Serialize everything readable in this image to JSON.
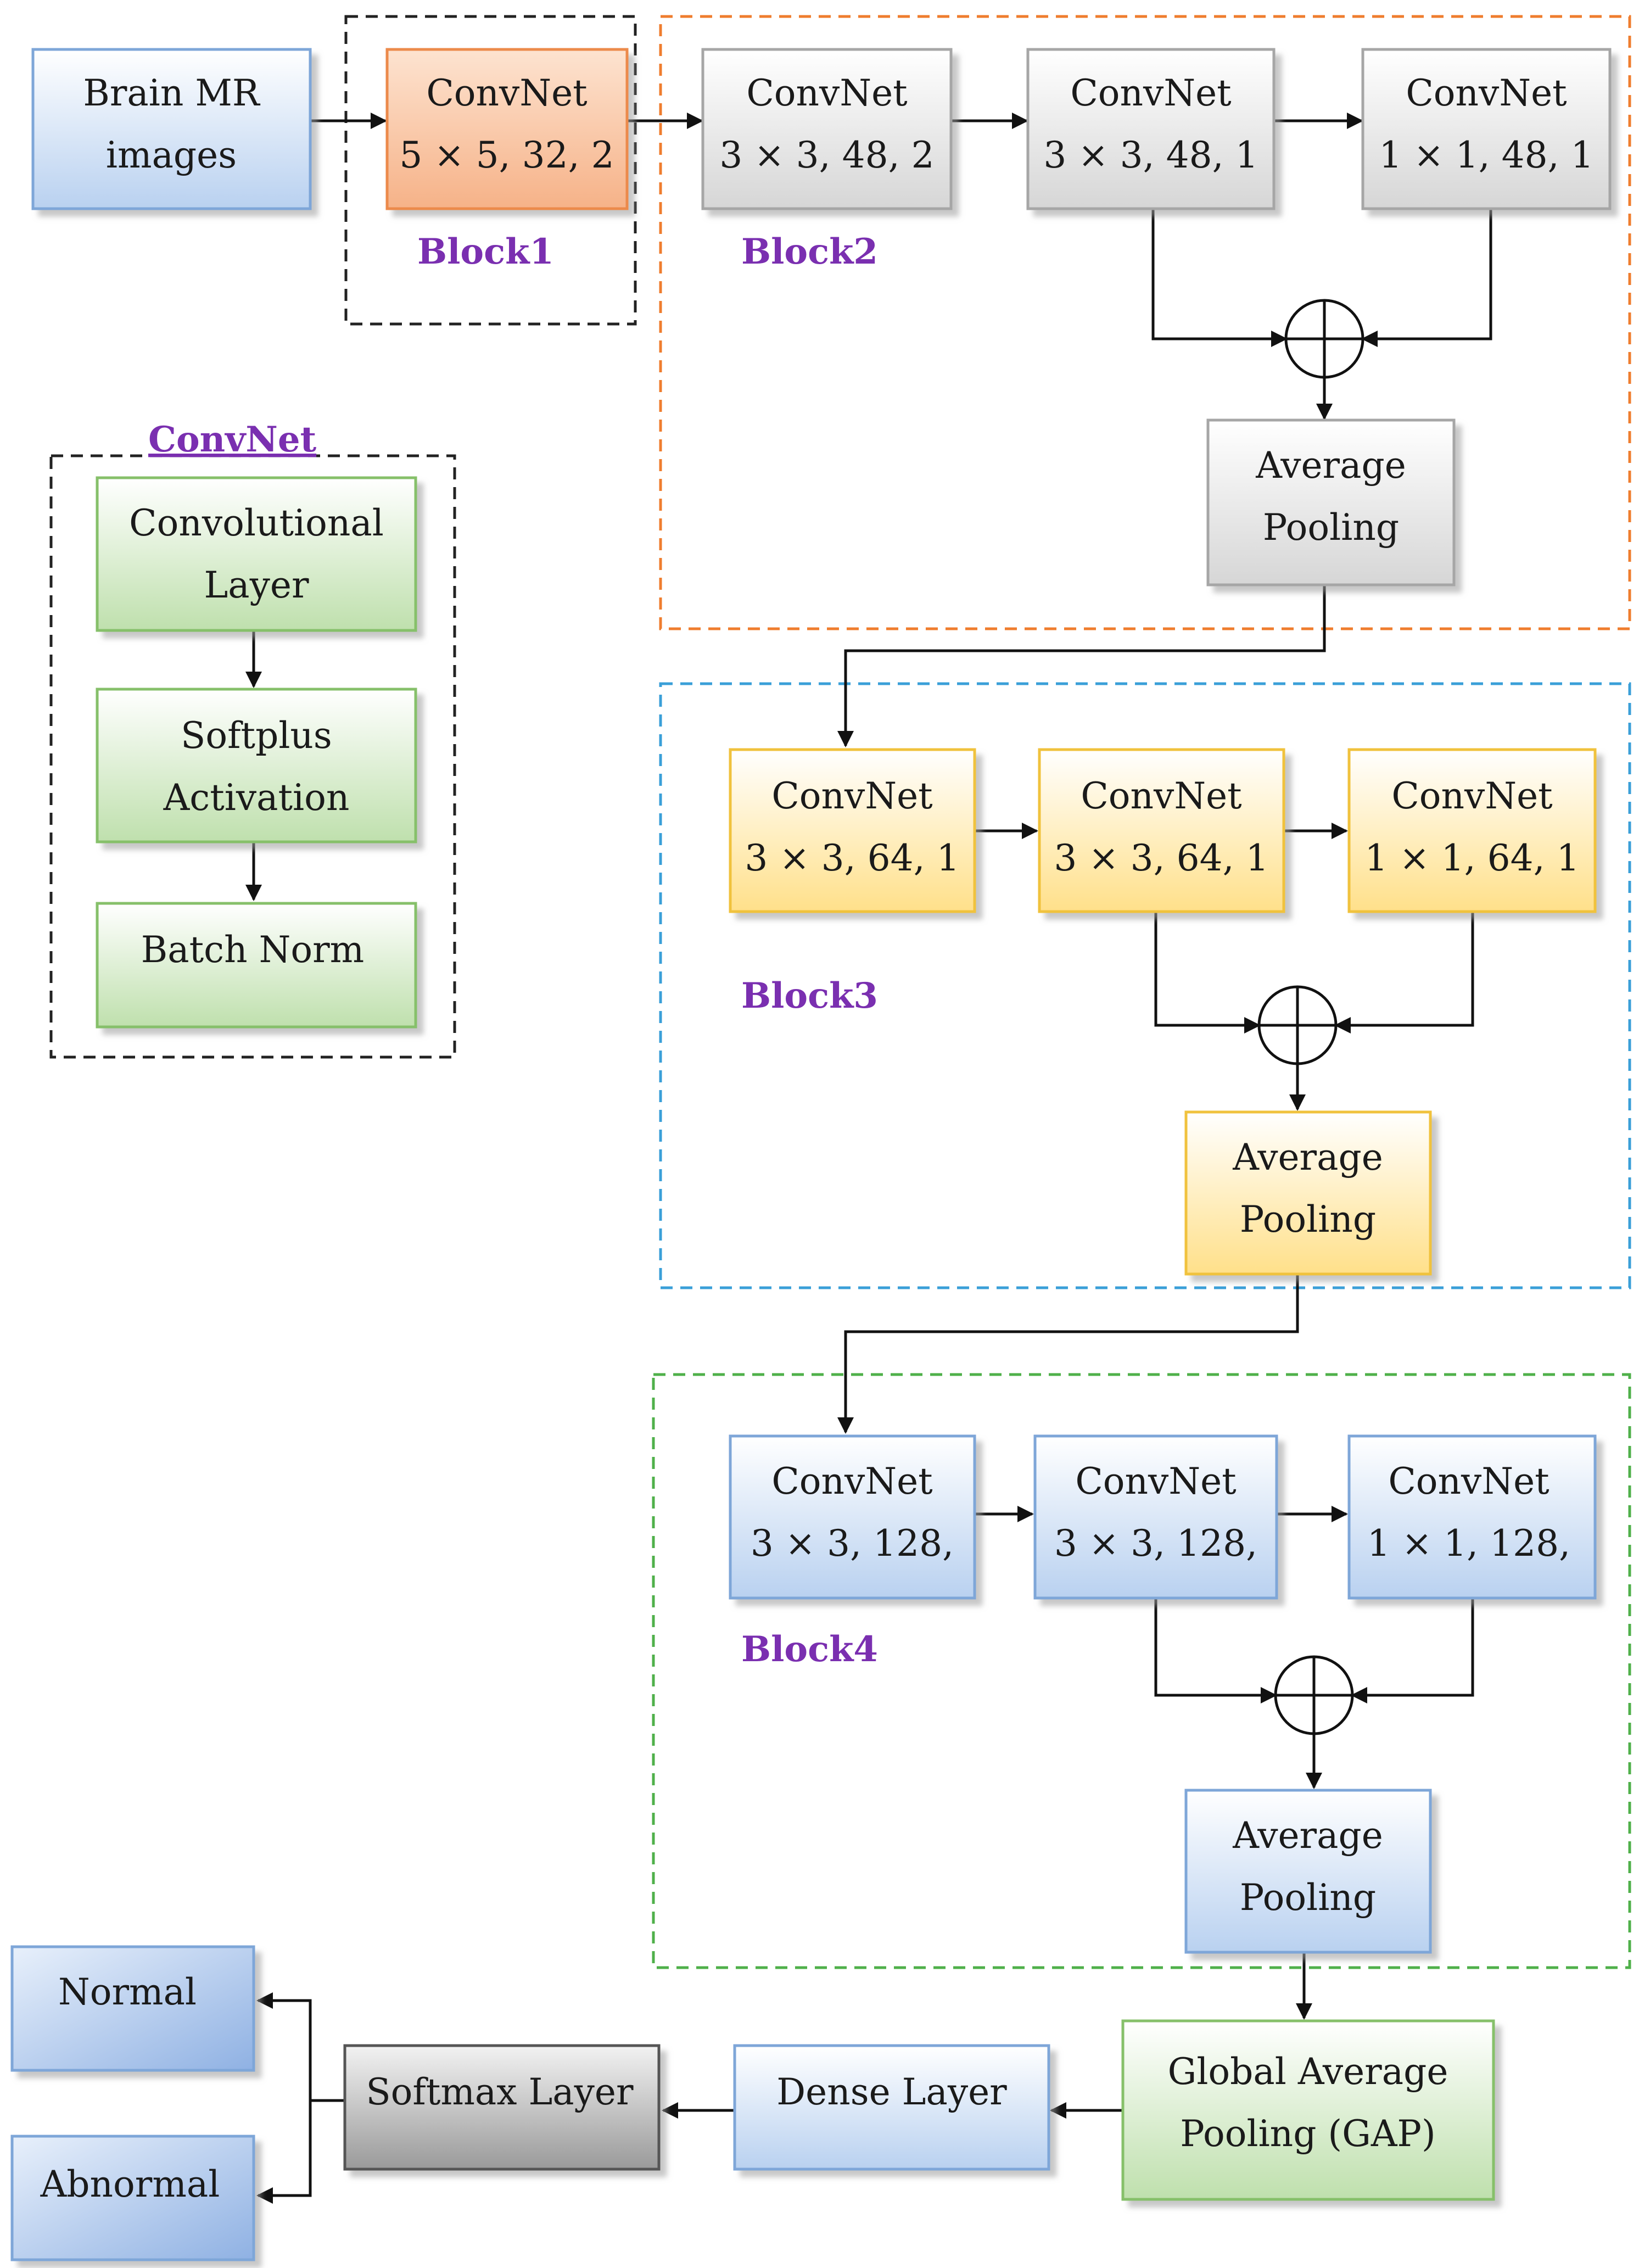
{
  "colors": {
    "blue_fill": "#d6e4f7",
    "blue_stroke": "#7ea6d8",
    "orange_fill": "#f9c8a8",
    "orange_stroke": "#ec8a4c",
    "gray_fill": "#ebebeb",
    "gray_stroke": "#a6a6a6",
    "yellow_fill": "#fff0b8",
    "yellow_stroke": "#f0c23c",
    "green_fill": "#d8edcd",
    "green_stroke": "#86c06a",
    "dark_fill": "#c9c9c9",
    "dark_stroke": "#555555",
    "block1_border": "#222222",
    "block2_border": "#ef7d2e",
    "block3_border": "#3a9fd8",
    "block4_border": "#4fb04a",
    "block_label": "#7a2fb0"
  },
  "blocks": {
    "block1": "Block1",
    "block2": "Block2",
    "block3": "Block3",
    "block4": "Block4"
  },
  "input": {
    "line1": "Brain MR",
    "line2": "images"
  },
  "block1_conv": {
    "line1": "ConvNet",
    "line2": "5 × 5, 32, 2"
  },
  "block2": {
    "conv1": {
      "line1": "ConvNet",
      "line2": "3 × 3, 48, 2"
    },
    "conv2": {
      "line1": "ConvNet",
      "line2": "3 × 3, 48, 1"
    },
    "conv3": {
      "line1": "ConvNet",
      "line2": "1 × 1, 48, 1"
    },
    "pool": {
      "line1": "Average",
      "line2": "Pooling"
    }
  },
  "block3": {
    "conv1": {
      "line1": "ConvNet",
      "line2": "3 × 3, 64, 1"
    },
    "conv2": {
      "line1": "ConvNet",
      "line2": "3 × 3, 64, 1"
    },
    "conv3": {
      "line1": "ConvNet",
      "line2": "1 × 1, 64, 1"
    },
    "pool": {
      "line1": "Average",
      "line2": "Pooling"
    }
  },
  "block4": {
    "conv1": {
      "line1": "ConvNet",
      "line2": "3 × 3, 128,"
    },
    "conv2": {
      "line1": "ConvNet",
      "line2": "3 × 3, 128,"
    },
    "conv3": {
      "line1": "ConvNet",
      "line2": "1 × 1, 128,"
    },
    "pool": {
      "line1": "Average",
      "line2": "Pooling"
    }
  },
  "legend": {
    "title": "ConvNet",
    "conv": {
      "line1": "Convolutional",
      "line2": "Layer"
    },
    "act": {
      "line1": "Softplus",
      "line2": "Activation"
    },
    "bn": "Batch Norm"
  },
  "head": {
    "gap": {
      "line1": "Global Average",
      "line2": "Pooling (GAP)"
    },
    "dense": "Dense Layer",
    "softmax": "Softmax Layer",
    "normal": "Normal",
    "abnormal": "Abnormal"
  }
}
